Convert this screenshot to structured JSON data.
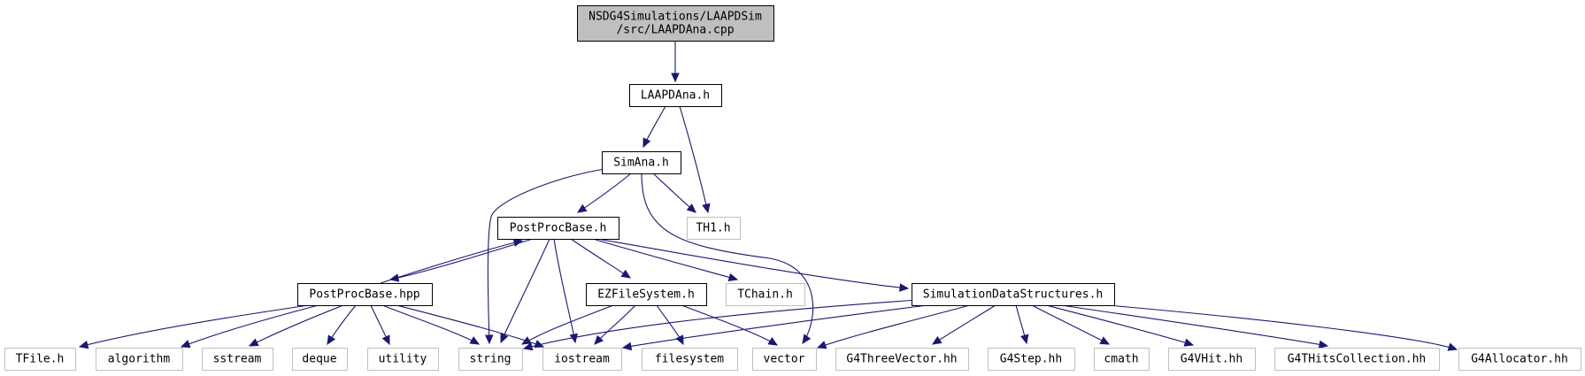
{
  "graph": {
    "colors": {
      "edge": "#191970",
      "root_fill": "#bfbfbf",
      "root_border": "#000000",
      "documented_border": "#000000",
      "external_border": "#bfbfbf",
      "node_fill": "#ffffff"
    },
    "nodes": [
      {
        "id": "root",
        "kind": "root",
        "lines": [
          "NSDG4Simulations/LAAPDSim",
          "/src/LAAPDAna.cpp"
        ]
      },
      {
        "id": "laapdana_h",
        "kind": "documented",
        "lines": [
          "LAAPDAna.h"
        ]
      },
      {
        "id": "simana_h",
        "kind": "documented",
        "lines": [
          "SimAna.h"
        ]
      },
      {
        "id": "th1_h",
        "kind": "external",
        "lines": [
          "TH1.h"
        ]
      },
      {
        "id": "postprocbase_h",
        "kind": "documented",
        "lines": [
          "PostProcBase.h"
        ]
      },
      {
        "id": "postprocbase_hpp",
        "kind": "documented",
        "lines": [
          "PostProcBase.hpp"
        ]
      },
      {
        "id": "ezfilesystem_h",
        "kind": "documented",
        "lines": [
          "EZFileSystem.h"
        ]
      },
      {
        "id": "tchain_h",
        "kind": "external",
        "lines": [
          "TChain.h"
        ]
      },
      {
        "id": "simdatastructures_h",
        "kind": "documented",
        "lines": [
          "SimulationDataStructures.h"
        ]
      },
      {
        "id": "tfile_h",
        "kind": "external",
        "lines": [
          "TFile.h"
        ]
      },
      {
        "id": "algorithm",
        "kind": "external",
        "lines": [
          "algorithm"
        ]
      },
      {
        "id": "sstream",
        "kind": "external",
        "lines": [
          "sstream"
        ]
      },
      {
        "id": "deque",
        "kind": "external",
        "lines": [
          "deque"
        ]
      },
      {
        "id": "utility",
        "kind": "external",
        "lines": [
          "utility"
        ]
      },
      {
        "id": "string",
        "kind": "external",
        "lines": [
          "string"
        ]
      },
      {
        "id": "iostream",
        "kind": "external",
        "lines": [
          "iostream"
        ]
      },
      {
        "id": "filesystem",
        "kind": "external",
        "lines": [
          "filesystem"
        ]
      },
      {
        "id": "vector",
        "kind": "external",
        "lines": [
          "vector"
        ]
      },
      {
        "id": "g4threevector_hh",
        "kind": "external",
        "lines": [
          "G4ThreeVector.hh"
        ]
      },
      {
        "id": "g4step_hh",
        "kind": "external",
        "lines": [
          "G4Step.hh"
        ]
      },
      {
        "id": "cmath",
        "kind": "external",
        "lines": [
          "cmath"
        ]
      },
      {
        "id": "g4vhit_hh",
        "kind": "external",
        "lines": [
          "G4VHit.hh"
        ]
      },
      {
        "id": "g4thitscollection_hh",
        "kind": "external",
        "lines": [
          "G4THitsCollection.hh"
        ]
      },
      {
        "id": "g4allocator_hh",
        "kind": "external",
        "lines": [
          "G4Allocator.hh"
        ]
      }
    ],
    "edges": [
      {
        "from": "root",
        "to": "laapdana_h"
      },
      {
        "from": "laapdana_h",
        "to": "simana_h"
      },
      {
        "from": "laapdana_h",
        "to": "th1_h"
      },
      {
        "from": "simana_h",
        "to": "th1_h"
      },
      {
        "from": "simana_h",
        "to": "postprocbase_h"
      },
      {
        "from": "simana_h",
        "to": "string"
      },
      {
        "from": "simana_h",
        "to": "vector"
      },
      {
        "from": "postprocbase_h",
        "to": "postprocbase_hpp"
      },
      {
        "from": "postprocbase_hpp",
        "to": "postprocbase_h"
      },
      {
        "from": "postprocbase_h",
        "to": "ezfilesystem_h"
      },
      {
        "from": "postprocbase_h",
        "to": "tchain_h"
      },
      {
        "from": "postprocbase_h",
        "to": "simdatastructures_h"
      },
      {
        "from": "postprocbase_h",
        "to": "string"
      },
      {
        "from": "postprocbase_h",
        "to": "iostream"
      },
      {
        "from": "postprocbase_hpp",
        "to": "tfile_h"
      },
      {
        "from": "postprocbase_hpp",
        "to": "algorithm"
      },
      {
        "from": "postprocbase_hpp",
        "to": "sstream"
      },
      {
        "from": "postprocbase_hpp",
        "to": "deque"
      },
      {
        "from": "postprocbase_hpp",
        "to": "utility"
      },
      {
        "from": "postprocbase_hpp",
        "to": "string"
      },
      {
        "from": "postprocbase_hpp",
        "to": "iostream"
      },
      {
        "from": "ezfilesystem_h",
        "to": "string"
      },
      {
        "from": "ezfilesystem_h",
        "to": "iostream"
      },
      {
        "from": "ezfilesystem_h",
        "to": "filesystem"
      },
      {
        "from": "ezfilesystem_h",
        "to": "vector"
      },
      {
        "from": "simdatastructures_h",
        "to": "string"
      },
      {
        "from": "simdatastructures_h",
        "to": "iostream"
      },
      {
        "from": "simdatastructures_h",
        "to": "vector"
      },
      {
        "from": "simdatastructures_h",
        "to": "g4threevector_hh"
      },
      {
        "from": "simdatastructures_h",
        "to": "g4step_hh"
      },
      {
        "from": "simdatastructures_h",
        "to": "cmath"
      },
      {
        "from": "simdatastructures_h",
        "to": "g4vhit_hh"
      },
      {
        "from": "simdatastructures_h",
        "to": "g4thitscollection_hh"
      },
      {
        "from": "simdatastructures_h",
        "to": "g4allocator_hh"
      }
    ]
  }
}
